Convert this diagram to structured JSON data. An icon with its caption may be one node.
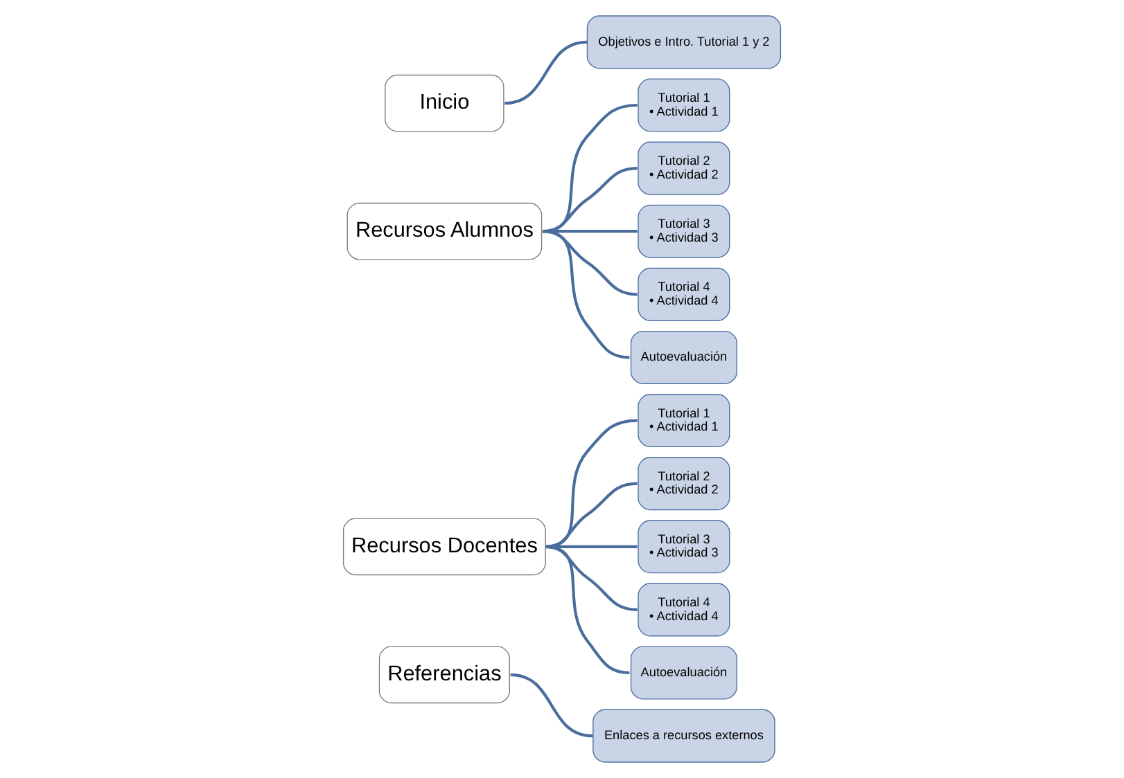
{
  "diagram": {
    "nodes": [
      {
        "text": [
          "Inicio"
        ]
      },
      {
        "text": [
          "Objetivos e Intro. Tutorial 1 y 2"
        ]
      },
      {
        "text": [
          "Recursos Alumnos"
        ]
      },
      {
        "text": [
          "Tutorial 1",
          "• Actividad 1"
        ]
      },
      {
        "text": [
          "Tutorial 2",
          "• Actividad 2"
        ]
      },
      {
        "text": [
          "Tutorial 3",
          "• Actividad 3"
        ]
      },
      {
        "text": [
          "Tutorial 4",
          "• Actividad 4"
        ]
      },
      {
        "text": [
          "Autoevaluación"
        ]
      },
      {
        "text": [
          "Recursos Docentes"
        ]
      },
      {
        "text": [
          "Tutorial 1",
          "• Actividad 1"
        ]
      },
      {
        "text": [
          "Tutorial 2",
          "• Actividad 2"
        ]
      },
      {
        "text": [
          "Tutorial 3",
          "• Actividad 3"
        ]
      },
      {
        "text": [
          "Tutorial 4",
          "• Actividad 4"
        ]
      },
      {
        "text": [
          "Autoevaluación"
        ]
      },
      {
        "text": [
          "Referencias"
        ]
      },
      {
        "text": [
          "Enlaces a recursos externos"
        ]
      }
    ],
    "edges": [
      {
        "from": 0,
        "to": 1,
        "arrow": "none"
      },
      {
        "from": 2,
        "to": 3,
        "arrow": "none"
      },
      {
        "from": 2,
        "to": 4,
        "arrow": "none"
      },
      {
        "from": 2,
        "to": 5,
        "arrow": "none"
      },
      {
        "from": 2,
        "to": 6,
        "arrow": "none"
      },
      {
        "from": 2,
        "to": 7,
        "arrow": "none"
      },
      {
        "from": 8,
        "to": 9,
        "arrow": "none"
      },
      {
        "from": 8,
        "to": 10,
        "arrow": "none"
      },
      {
        "from": 8,
        "to": 11,
        "arrow": "none"
      },
      {
        "from": 8,
        "to": 12,
        "arrow": "none"
      },
      {
        "from": 8,
        "to": 13,
        "arrow": "none"
      },
      {
        "from": 14,
        "to": 15,
        "arrow": "none"
      }
    ]
  }
}
